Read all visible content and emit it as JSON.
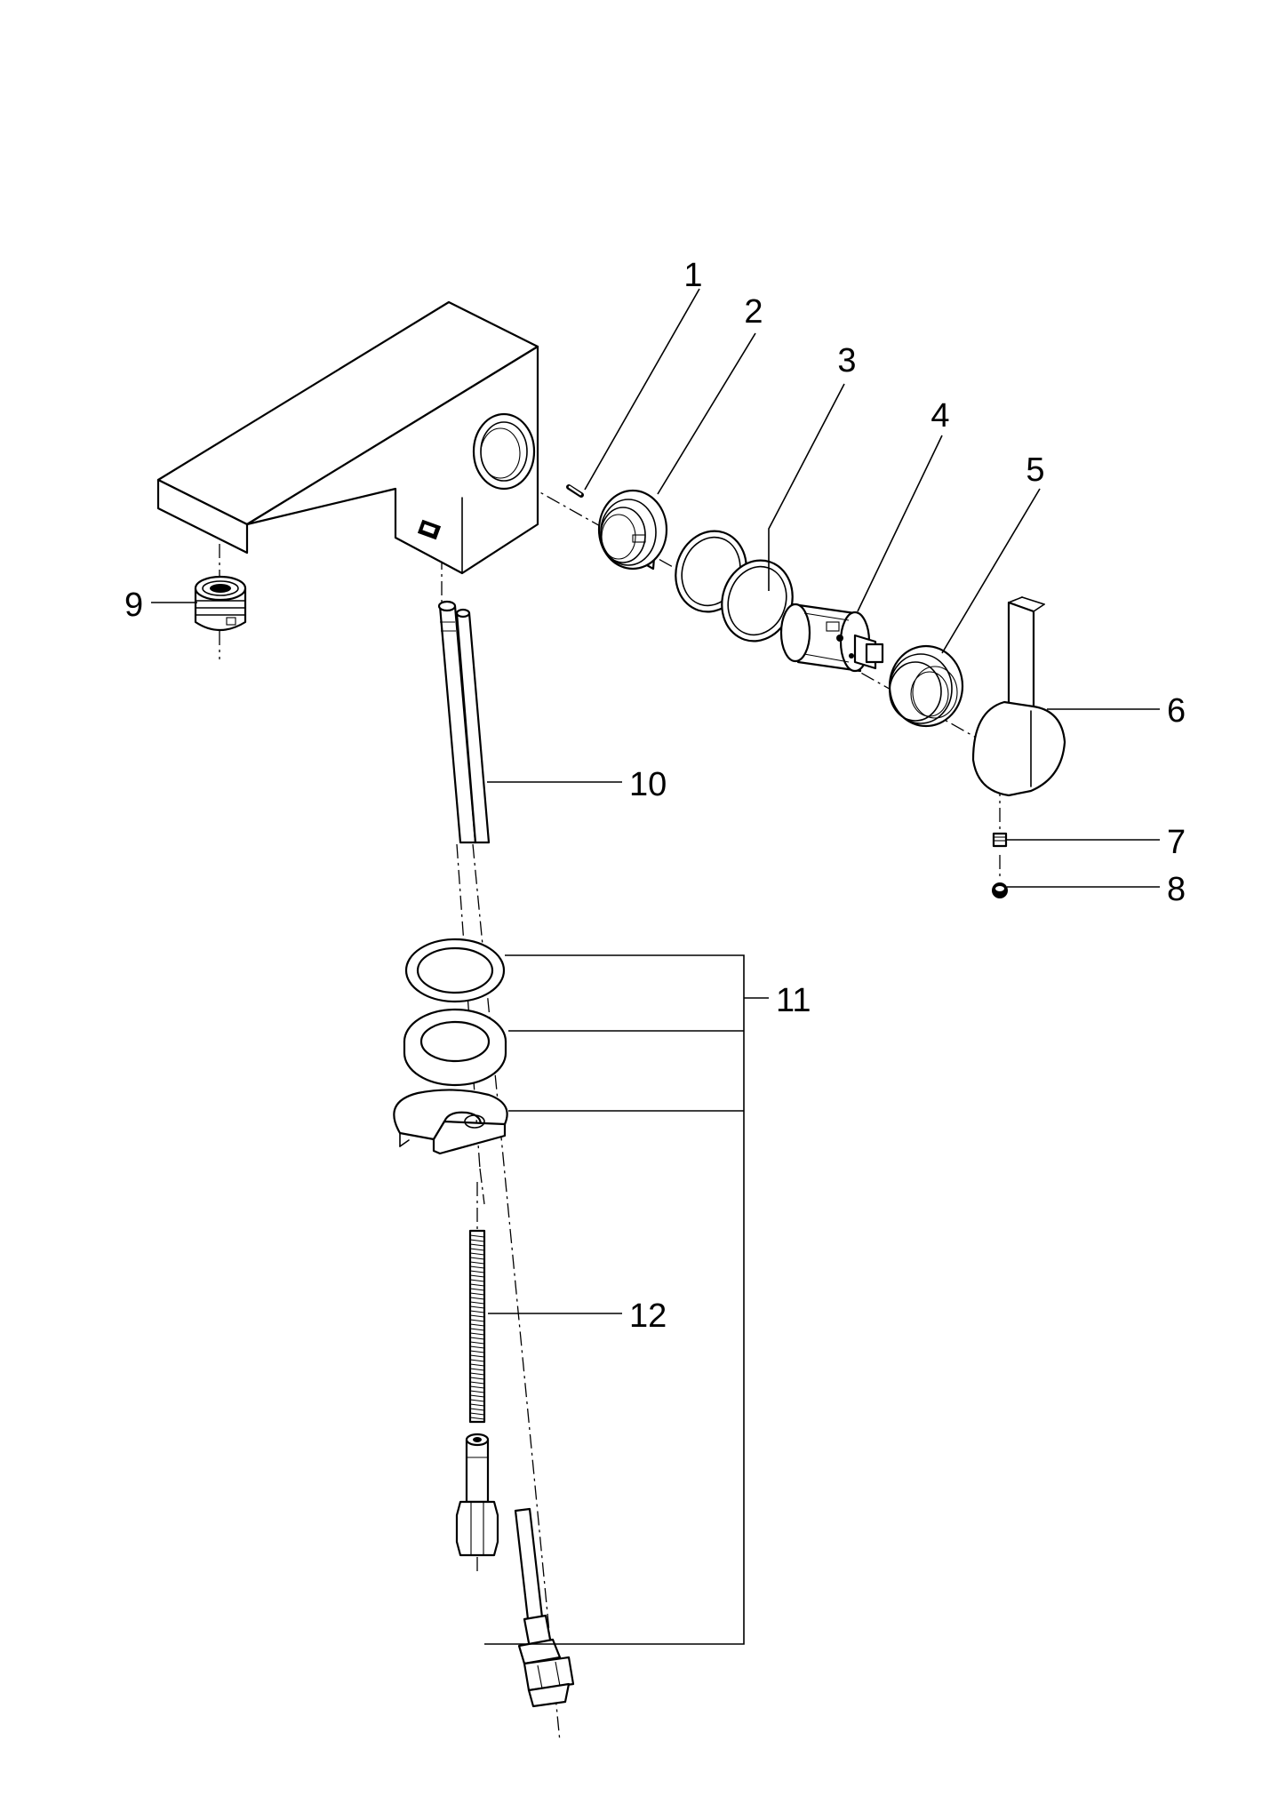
{
  "diagram": {
    "type": "exploded-view",
    "colors": {
      "line": "#000000",
      "background": "#ffffff"
    },
    "labels": [
      "1",
      "2",
      "3",
      "4",
      "5",
      "6",
      "7",
      "8",
      "9",
      "10",
      "11",
      "12"
    ]
  }
}
